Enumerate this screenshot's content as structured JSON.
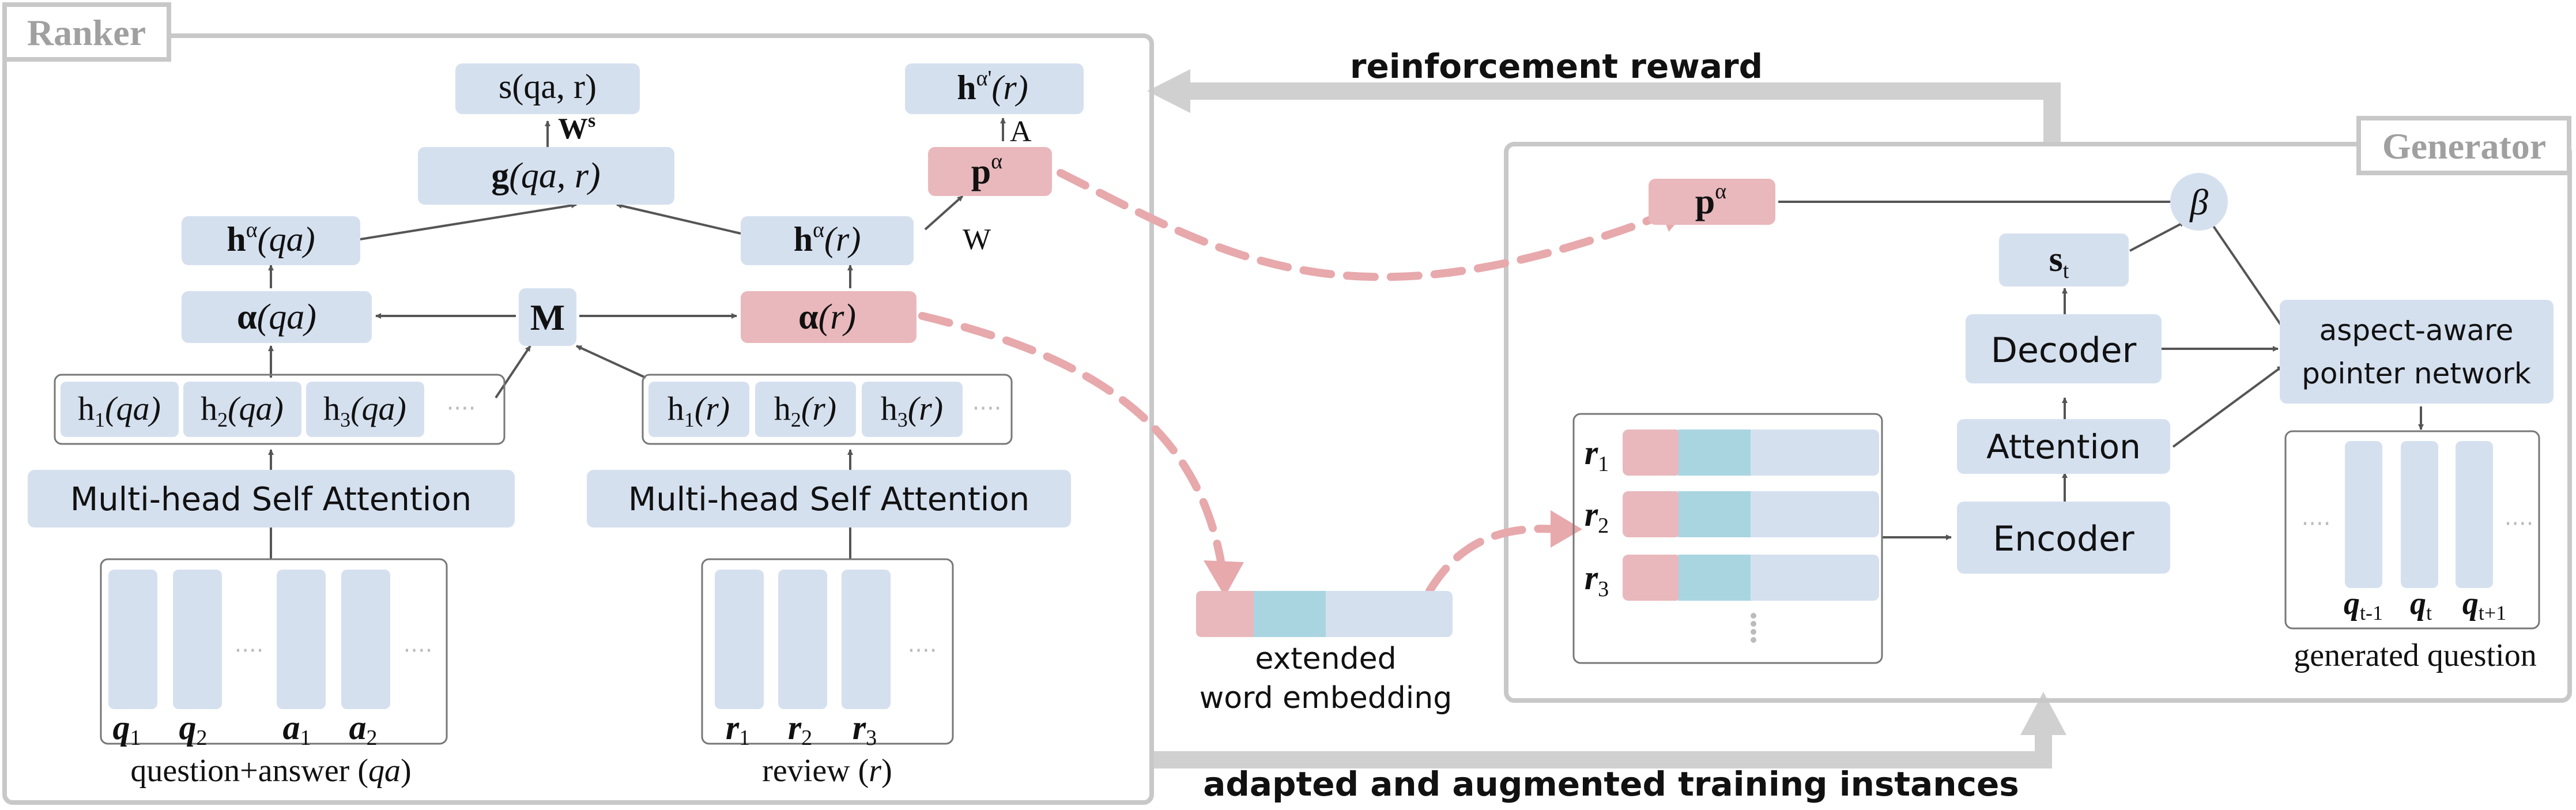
{
  "colors": {
    "blue_box": "#d5e0ef",
    "pink_box": "#e9b8bc",
    "cyan_seg": "#a9d5e1",
    "panel_border": "#c8c8c8",
    "gray_arrow": "#d0d0d0",
    "dashed_arrow": "#e7a9ac",
    "text": "#111111"
  },
  "ranker": {
    "title": "Ranker",
    "s_score": "s(qa, r)",
    "ws_label": "W",
    "ws_sup": "s",
    "g": "g",
    "g_args": "(qa, r)",
    "h_qa": "h",
    "h_qa_args": "(qa)",
    "h_r": "h",
    "h_r_args": "(r)",
    "alpha_sup": "α",
    "alpha": "α",
    "alpha_qa_args": "(qa)",
    "alpha_r_args": "(r)",
    "M": "M",
    "p": "p",
    "p_sup": "α",
    "W_label": "W",
    "A_label": "A",
    "h_prime": "h",
    "h_prime_sup": "α'",
    "h_prime_args": "(r)",
    "qa_states": [
      {
        "h": "h",
        "sub": "1",
        "arg": "(qa)"
      },
      {
        "h": "h",
        "sub": "2",
        "arg": "(qa)"
      },
      {
        "h": "h",
        "sub": "3",
        "arg": "(qa)"
      }
    ],
    "r_states": [
      {
        "h": "h",
        "sub": "1",
        "arg": "(r)"
      },
      {
        "h": "h",
        "sub": "2",
        "arg": "(r)"
      },
      {
        "h": "h",
        "sub": "3",
        "arg": "(r)"
      }
    ],
    "ellipsis": "····",
    "attention_left": "Multi-head Self Attention",
    "attention_right": "Multi-head Self Attention",
    "qa_tokens": [
      {
        "base": "q",
        "sub": "1"
      },
      {
        "base": "q",
        "sub": "2"
      },
      {
        "base": "a",
        "sub": "1"
      },
      {
        "base": "a",
        "sub": "2"
      }
    ],
    "r_tokens": [
      {
        "base": "r",
        "sub": "1"
      },
      {
        "base": "r",
        "sub": "2"
      },
      {
        "base": "r",
        "sub": "3"
      }
    ],
    "qa_caption_pre": "question+answer (",
    "qa_caption_it": "qa",
    "qa_caption_post": ")",
    "r_caption_pre": "review (",
    "r_caption_it": "r",
    "r_caption_post": ")"
  },
  "middle": {
    "reinforcement_reward": "reinforcement reward",
    "adapted_training": "adapted and augmented training instances",
    "extended_line1": "extended",
    "extended_line2": "word embedding"
  },
  "generator": {
    "title": "Generator",
    "p": "p",
    "p_sup": "α",
    "beta": "β",
    "s": "s",
    "s_sub": "t",
    "decoder": "Decoder",
    "attention": "Attention",
    "encoder": "Encoder",
    "pointer_line1": "aspect-aware",
    "pointer_line2": "pointer network",
    "reviews": [
      {
        "base": "r",
        "sub": "1"
      },
      {
        "base": "r",
        "sub": "2"
      },
      {
        "base": "r",
        "sub": "3"
      }
    ],
    "q_tokens": [
      {
        "base": "q",
        "sub": "t-1"
      },
      {
        "base": "q",
        "sub": "t"
      },
      {
        "base": "q",
        "sub": "t+1"
      }
    ],
    "generated_question": "generated question"
  }
}
